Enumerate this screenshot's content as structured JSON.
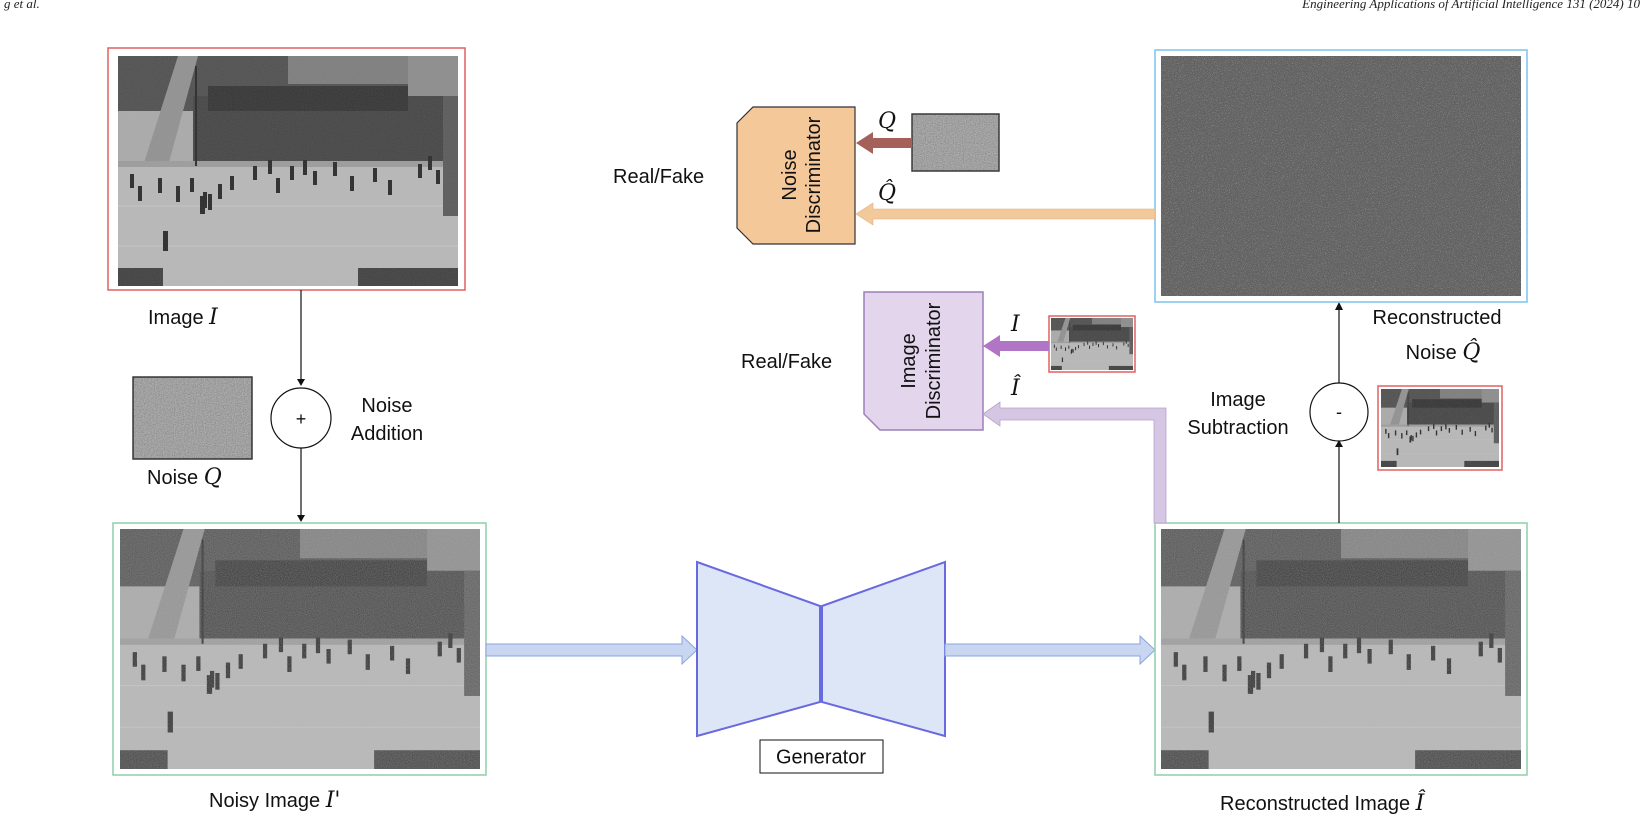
{
  "header": {
    "left": "g et al.",
    "right": "Engineering Applications of Artificial Intelligence 131 (2024) 10"
  },
  "labels": {
    "image_prefix": "Image ",
    "image_symbol": "I",
    "noise_prefix": "Noise ",
    "noise_symbol": "Q",
    "plus": "+",
    "minus": "-",
    "noise_addition_1": "Noise",
    "noise_addition_2": "Addition",
    "noisy_prefix": "Noisy Image ",
    "noisy_symbol": "I'",
    "generator": "Generator",
    "recon_image_prefix": "Reconstructed Image ",
    "recon_image_symbol": "Î",
    "recon_noise_1": "Reconstructed",
    "recon_noise_2_prefix": "Noise ",
    "recon_noise_2_symbol": "Q̂",
    "image_subtraction_1": "Image",
    "image_subtraction_2": "Subtraction",
    "noise_disc_1": "Noise",
    "noise_disc_2": "Discriminator",
    "image_disc_1": "Image",
    "image_disc_2": "Discriminator",
    "real_fake_top": "Real/Fake",
    "real_fake_mid": "Real/Fake",
    "q_real": "Q",
    "q_hat": "Q̂",
    "i_real": "I",
    "i_hat": "Î"
  },
  "colors": {
    "image_border": "#e06060",
    "noise_border": "#3a3aa8",
    "noisy_border": "#8fcfa8",
    "recon_noise_border": "#7cc4ec",
    "generator_fill": "#dde6f7",
    "generator_stroke": "#6a6ae0",
    "arrow_blue": "#c8d6f2",
    "arrow_blue_stroke": "#8aa4dc",
    "noise_disc_fill": "#f5c89a",
    "image_disc_fill": "#e3d6ec",
    "image_disc_stroke": "#9b7fb8",
    "arrow_brown": "#a5605a",
    "arrow_peach": "#f2c99a",
    "arrow_purple": "#b175c5",
    "arrow_lilac": "#d5c6e3"
  }
}
